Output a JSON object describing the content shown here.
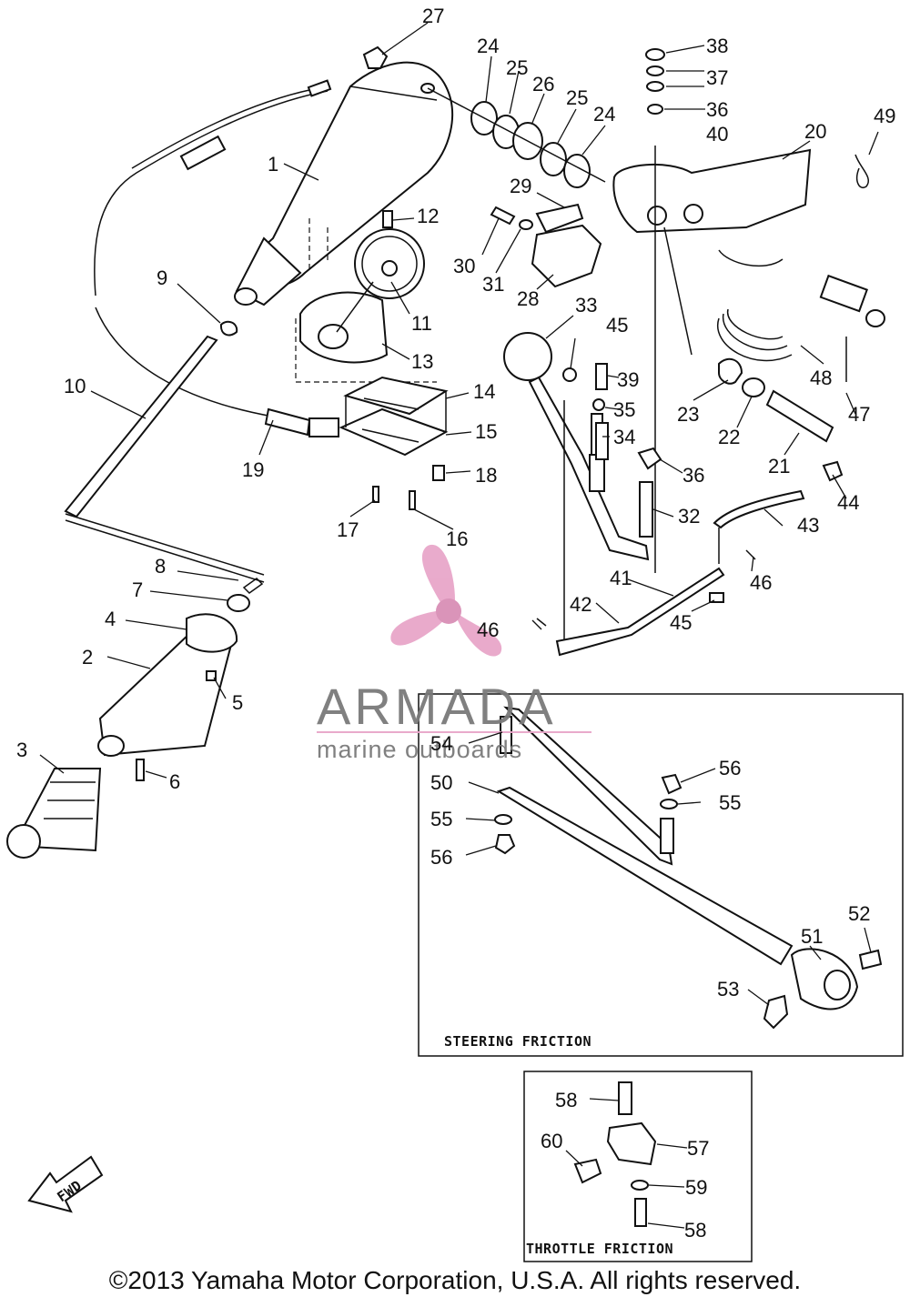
{
  "diagram": {
    "callouts": [
      "1",
      "2",
      "3",
      "4",
      "5",
      "6",
      "7",
      "8",
      "9",
      "10",
      "11",
      "12",
      "13",
      "14",
      "15",
      "16",
      "17",
      "18",
      "19",
      "20",
      "21",
      "22",
      "23",
      "24",
      "25",
      "26",
      "27",
      "28",
      "29",
      "30",
      "31",
      "32",
      "33",
      "34",
      "35",
      "36",
      "37",
      "38",
      "39",
      "40",
      "41",
      "42",
      "43",
      "44",
      "45",
      "46",
      "47",
      "48",
      "49",
      "50",
      "51",
      "52",
      "53",
      "54",
      "55",
      "56",
      "57",
      "58",
      "59",
      "60"
    ],
    "boxes": {
      "steering": "STEERING FRICTION",
      "throttle": "THROTTLE FRICTION"
    },
    "fwd_label": "FWD"
  },
  "watermark": {
    "brand": "ARMADA",
    "tagline": "marine outboards",
    "colors": {
      "logo": "#e8a6c9",
      "logo_dark": "#d98fb6",
      "text": "#7a7a7a"
    }
  },
  "footer": {
    "copyright": "©2013 Yamaha Motor Corporation, U.S.A. All rights reserved."
  }
}
